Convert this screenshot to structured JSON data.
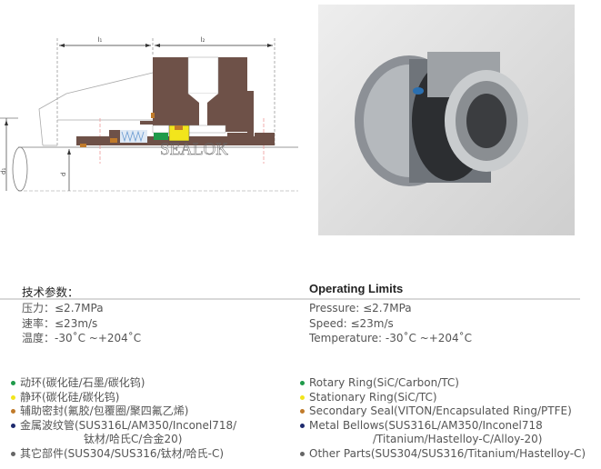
{
  "drawing": {
    "dim_l1": "l₁",
    "dim_l2": "l₂",
    "dim_d1": "d₁",
    "dim_d": "d",
    "watermark": "SEALOK"
  },
  "cn": {
    "title": "技术参数：",
    "params": [
      "压力：≤2.7MPa",
      "速率：≤23m/s",
      "温度：-30˚C ~+204˚C"
    ],
    "materials": [
      {
        "text": "动环(碳化硅/石墨/碳化钨)",
        "color": "#1f9a4a"
      },
      {
        "text": "静环(碳化硅/碳化钨)",
        "color": "#f2e51c"
      },
      {
        "text": "辅助密封(氟胶/包覆圈/聚四氟乙烯)",
        "color": "#c07a2a"
      },
      {
        "text": "金属波纹管(SUS316L/AM350/Inconel718/",
        "cont": "钛材/哈氏C/合金20)",
        "color": "#1e2a6e"
      },
      {
        "text": "其它部件(SUS304/SUS316/钛材/哈氏-C)",
        "color": "#666666"
      }
    ]
  },
  "en": {
    "title": "Operating Limits",
    "params": [
      "Pressure:   ≤2.7MPa",
      "Speed:   ≤23m/s",
      "Temperature:   -30˚C ~+204˚C"
    ],
    "materials": [
      {
        "text": "Rotary  Ring(SiC/Carbon/TC)",
        "color": "#1f9a4a"
      },
      {
        "text": "Stationary  Ring(SiC/TC)",
        "color": "#f2e51c"
      },
      {
        "text": "Secondary  Seal(VITON/Encapsulated Ring/PTFE)",
        "color": "#c07a2a"
      },
      {
        "text": "Metal  Bellows(SUS316L/AM350/Inconel718",
        "cont": "/Titanium/Hastelloy-C/Alloy-20)",
        "color": "#1e2a6e"
      },
      {
        "text": "Other  Parts(SUS304/SUS316/Titanium/Hastelloy-C)",
        "color": "#666666"
      }
    ]
  }
}
